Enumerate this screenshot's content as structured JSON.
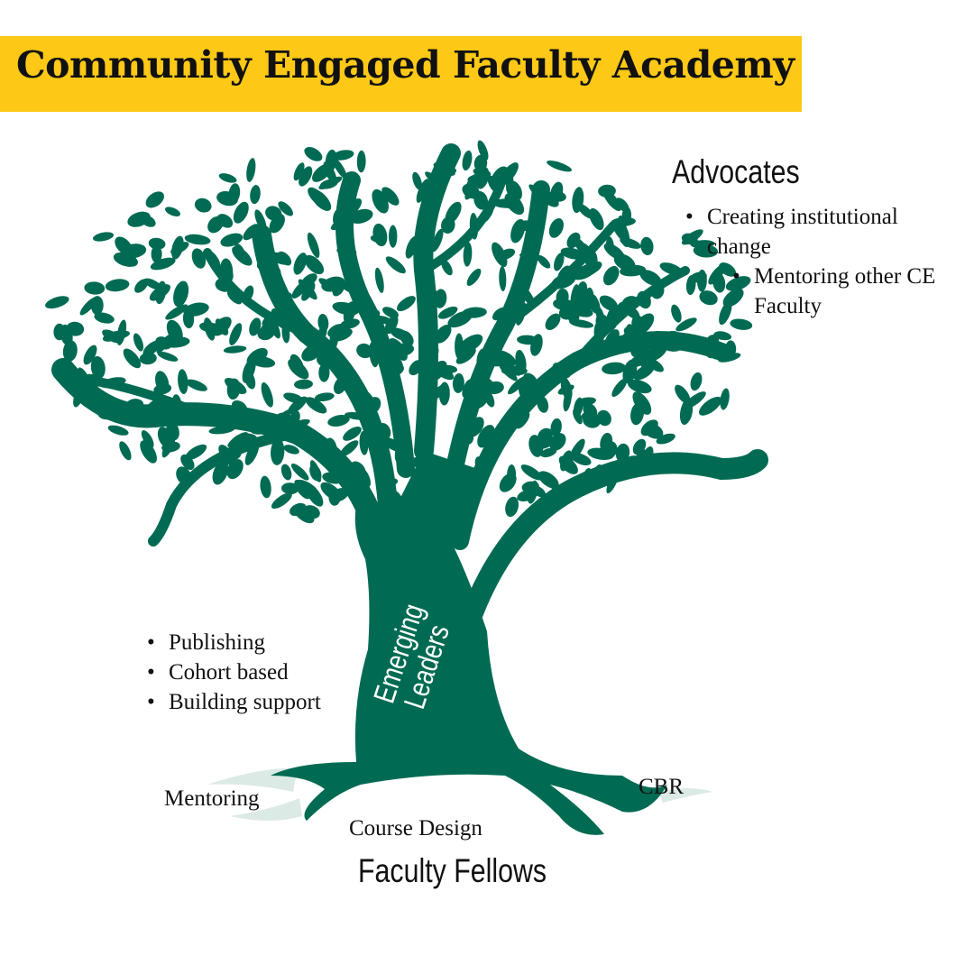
{
  "title": "Community Engaged Faculty Academy",
  "colors": {
    "banner": "#FDC816",
    "tree": "#006B52",
    "root_highlight": "#DCEAE6"
  },
  "advocates": {
    "heading": "Advocates",
    "items": [
      "Creating institutional change"
    ],
    "subitems": [
      "Mentoring other CE Faculty"
    ]
  },
  "emerging_leaders": {
    "label_line1": "Emerging",
    "label_line2": "Leaders",
    "items": [
      "Publishing",
      "Cohort based",
      "Building support"
    ]
  },
  "faculty_fellows": {
    "heading": "Faculty Fellows",
    "roots": {
      "left": "Mentoring",
      "center": "Course Design",
      "right": "CBR"
    }
  }
}
